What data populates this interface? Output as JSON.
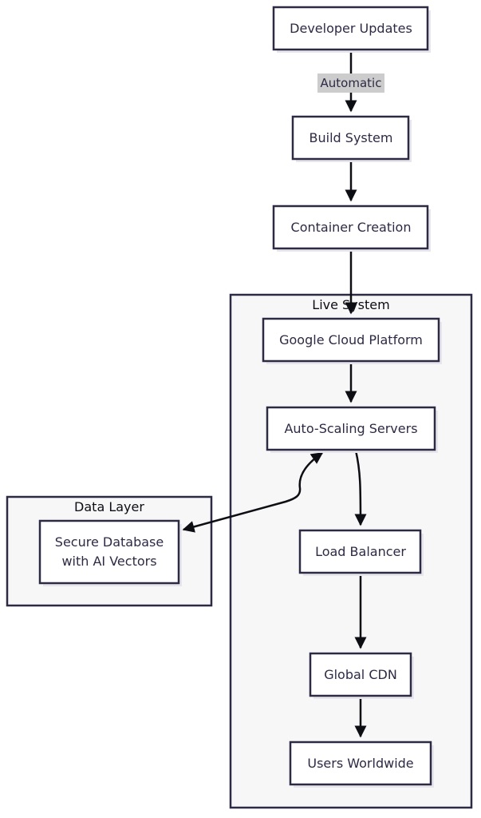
{
  "diagram": {
    "clusters": {
      "live": {
        "label": "Live System"
      },
      "data": {
        "label": "Data Layer"
      }
    },
    "nodes": {
      "dev": {
        "label": "Developer Updates"
      },
      "build": {
        "label": "Build System"
      },
      "container": {
        "label": "Container Creation"
      },
      "gcp": {
        "label": "Google Cloud Platform"
      },
      "autoscale": {
        "label": "Auto-Scaling Servers"
      },
      "lb": {
        "label": "Load Balancer"
      },
      "cdn": {
        "label": "Global CDN"
      },
      "users": {
        "label": "Users Worldwide"
      },
      "db": {
        "line1": "Secure Database",
        "line2": "with AI Vectors"
      }
    },
    "edges": {
      "dev_build": {
        "label": "Automatic"
      }
    }
  },
  "colors": {
    "node_border": "#2d2a44",
    "edge": "#0d0d14",
    "cluster_fill": "#f7f7f8",
    "edge_label_bg": "#cccccc"
  }
}
